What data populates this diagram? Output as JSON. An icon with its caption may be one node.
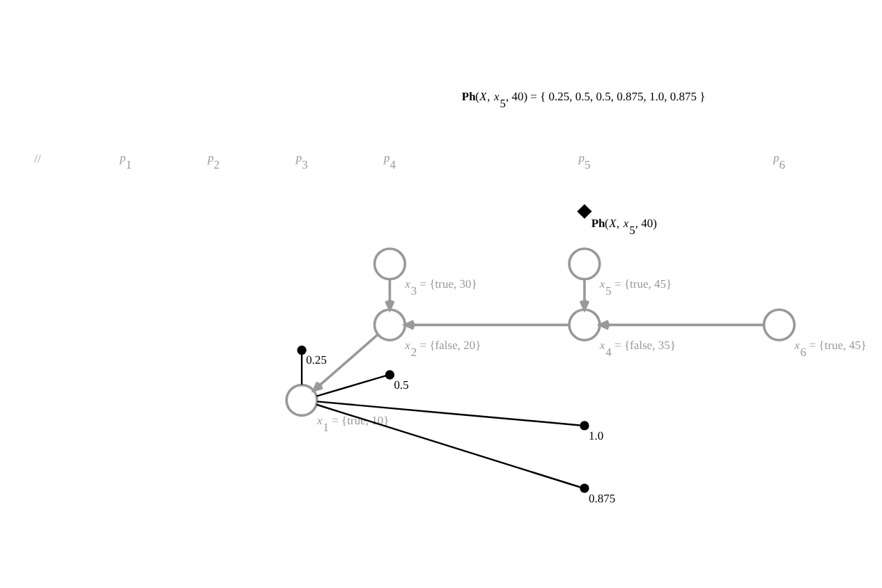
{
  "diagram": {
    "nodes": [
      {
        "text": [],
        "shape": "circle",
        "beside": [
          "*x*$_{5}$ = {true, 45}"
        ]
      },
      {
        "text": [],
        "shape": "cross",
        "beside": [
          "**Ph**(*X*, *x*$_{5}$, 40)"
        ]
      },
      {
        "text": [],
        "shape": "dot",
        "beside": [
          "1.0"
        ]
      },
      {
        "text": [],
        "shape": "circle",
        "beside": [
          "*x*$_{1}$ = {true, 10}"
        ]
      },
      {
        "text": [],
        "shape": "circle",
        "beside": [
          "*x*$_{2}$ = {false, 20}"
        ]
      },
      {
        "text": [],
        "shape": "dot",
        "beside": [
          "0.875"
        ]
      },
      {
        "text": [],
        "shape": "circle",
        "beside": [
          "*x*$_{4}$ = {false, 35}"
        ]
      },
      {
        "text": [],
        "shape": "circle",
        "beside": [
          "*x*$_{6}$ = {true, 45}"
        ]
      },
      {
        "text": [],
        "shape": "dot",
        "beside": [
          "0.25"
        ]
      },
      {
        "text": [],
        "shape": "dot",
        "beside": [
          "0.5"
        ]
      },
      {
        "text": [],
        "shape": "circle",
        "beside": [
          "*x*$_{3}$ = {true, 30}"
        ]
      }
    ],
    "edges": [
      {
        "from": 0,
        "to": 6,
        "arrow": "to"
      },
      {
        "from": 7,
        "to": 6,
        "arrow": "to"
      },
      {
        "from": 6,
        "to": 4,
        "arrow": "to"
      },
      {
        "from": 4,
        "to": 3,
        "arrow": "to"
      },
      {
        "from": 10,
        "to": 4,
        "arrow": "to"
      },
      {
        "from": 2,
        "to": 3,
        "arrow": "none",
        "color": "#000000"
      },
      {
        "from": 5,
        "to": 3,
        "arrow": "none",
        "color": "#000000"
      },
      {
        "from": 9,
        "to": 3,
        "arrow": "none",
        "color": "#000000"
      },
      {
        "from": 8,
        "to": 3,
        "arrow": "none",
        "color": "#000000"
      }
    ],
    "labels": [
      "//",
      "*p*$_{1}$",
      "*p*$_{2}$",
      "*p*$_{3}$",
      "*p*$_{4}$",
      "*p*$_{5}$",
      "*p*$_{6}$",
      "**Ph**(*X*, *x*$_{5}$, 40) = { 0.25, 0.5, 0.5, 0.875, 1.0, 0.875 }"
    ]
  }
}
